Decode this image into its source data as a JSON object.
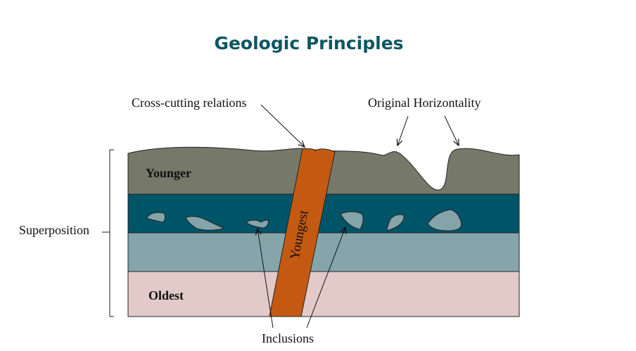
{
  "title": "Geologic Principles",
  "annotations": {
    "cross_cutting": "Cross-cutting relations",
    "original_horizontality": "Original Horizontality",
    "superposition": "Superposition",
    "inclusions": "Inclusions"
  },
  "layers": {
    "top": "Younger",
    "bottom": "Oldest",
    "dike": "Youngest"
  },
  "colors": {
    "title": "#0d5662",
    "top_layer": "#76786a",
    "inclusion_layer": "#005468",
    "middle_layer": "#85a5ab",
    "bottom_layer": "#e2cac9",
    "dike": "#c45a12",
    "inclusions": "#84a4aa"
  }
}
